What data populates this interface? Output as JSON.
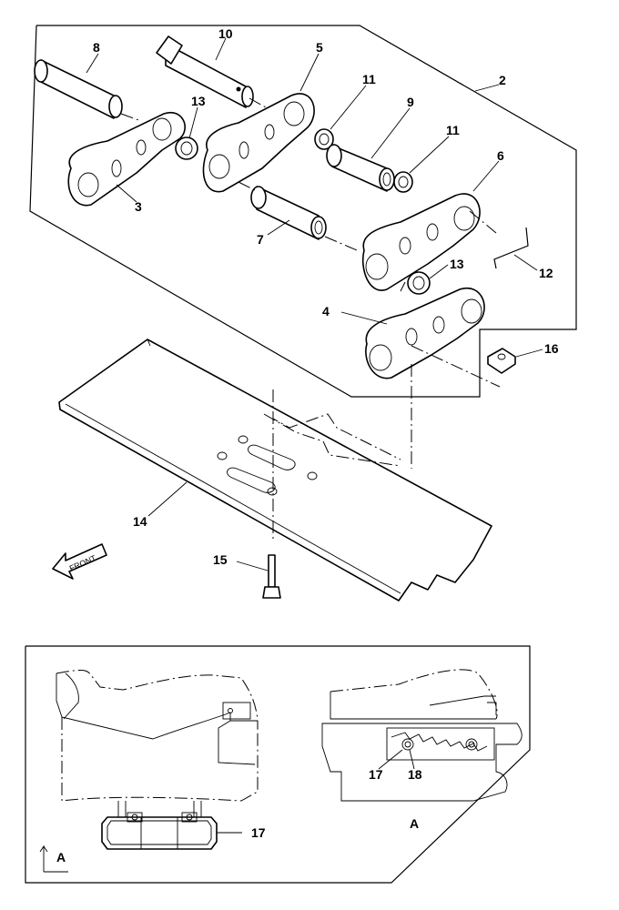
{
  "callouts": {
    "c2": "2",
    "c3": "3",
    "c4": "4",
    "c5": "5",
    "c6": "6",
    "c7": "7",
    "c8": "8",
    "c9": "9",
    "c10": "10",
    "c11a": "11",
    "c11b": "11",
    "c12": "12",
    "c13a": "13",
    "c13b": "13",
    "c14": "14",
    "c15": "15",
    "c16": "16",
    "c17a": "17",
    "c17b": "17",
    "c18": "18"
  },
  "arrow_label": "FRONT",
  "view_label": "A",
  "section_label": "A"
}
